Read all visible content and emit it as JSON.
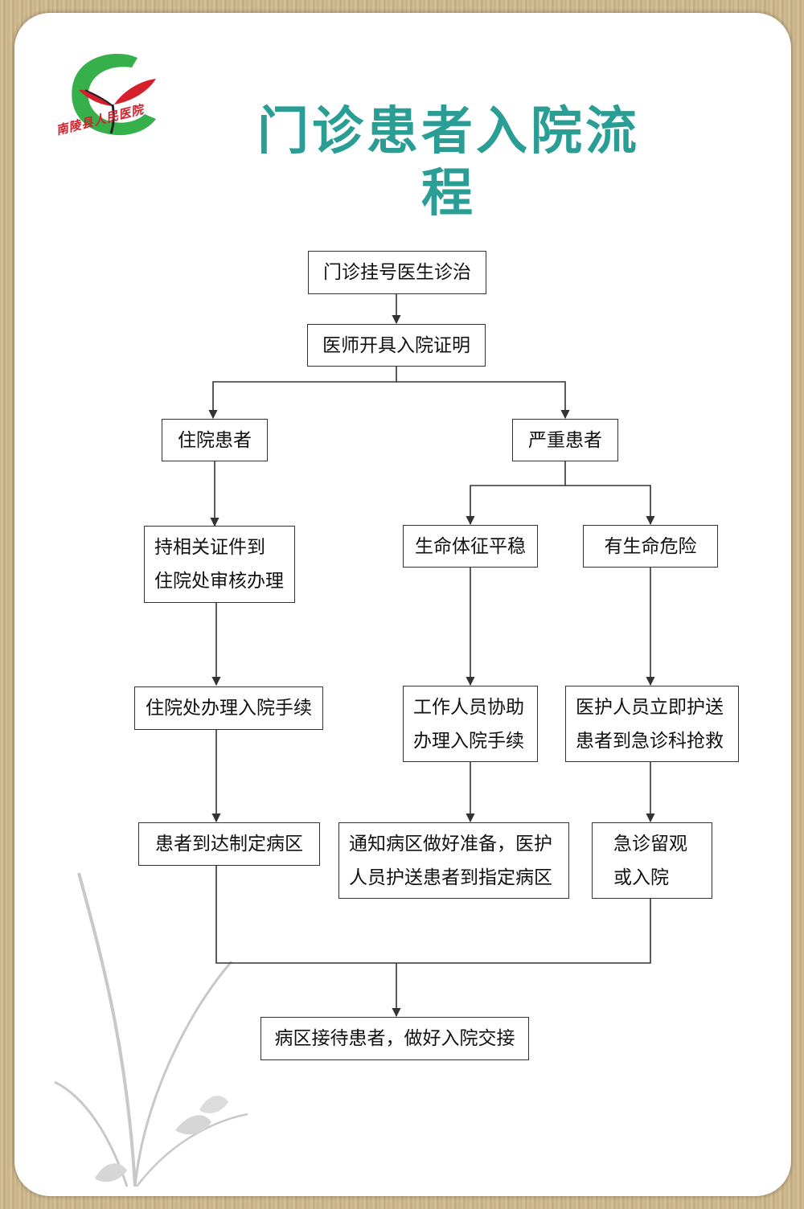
{
  "logo": {
    "icon": "hospital-leaf-logo",
    "caption": "南陵县人民医院",
    "colors": {
      "green": "#35b04a",
      "red": "#d4202a"
    }
  },
  "title": "门诊患者入院流程",
  "colors": {
    "title": "#2a9e95",
    "line": "#333333",
    "plant": "#c8c8c8"
  },
  "steps": {
    "registration": "门诊挂号医生诊治",
    "certificate": "医师开具入院证明",
    "inpatient": "住院患者",
    "severe": "严重患者",
    "documents": "持相关证件到\n住院处审核办理",
    "stable": "生命体征平稳",
    "danger": "有生命危险",
    "admission_office": "住院处办理入院手续",
    "staff_assist": "工作人员协助\n办理入院手续",
    "escort_emergency": "医护人员立即护送\n患者到急诊科抢救",
    "arrive_ward": "患者到达制定病区",
    "notify_ward": "通知病区做好准备，医护\n人员护送患者到指定病区",
    "emergency_observe": "急诊留观\n或入院",
    "ward_reception": "病区接待患者，做好入院交接"
  }
}
